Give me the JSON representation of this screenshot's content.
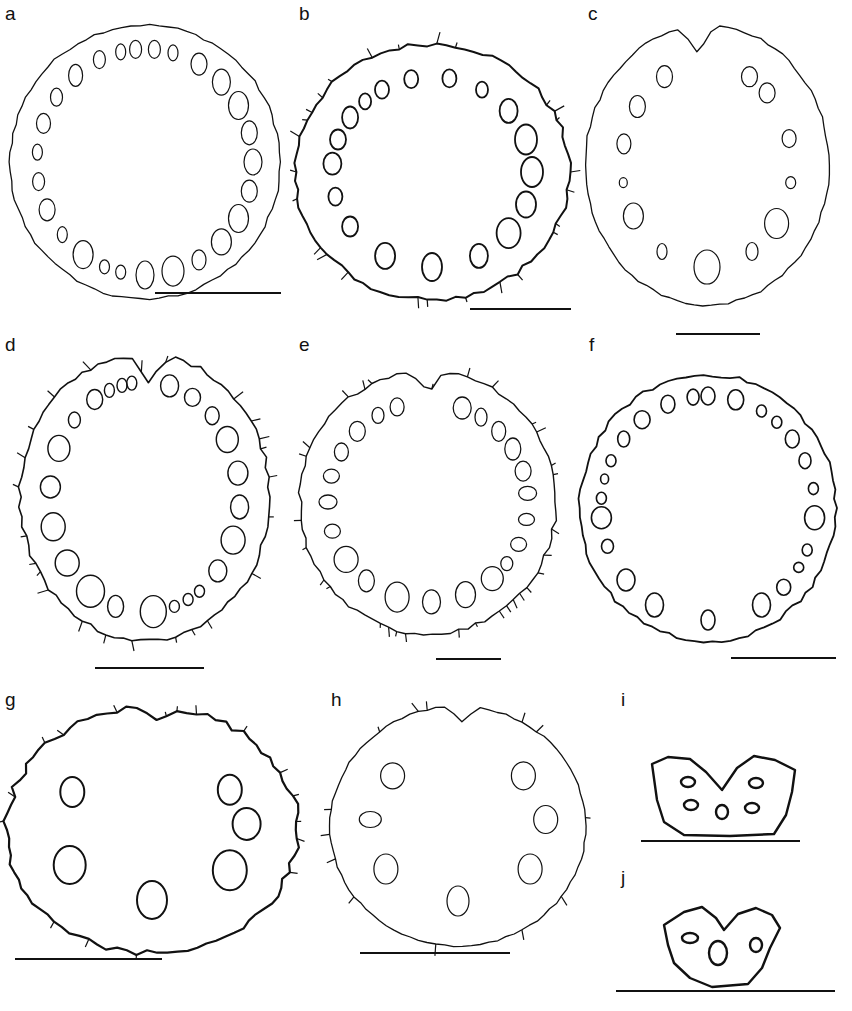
{
  "diagram": {
    "labels": [
      "a",
      "b",
      "c",
      "d",
      "e",
      "f",
      "g",
      "h",
      "i",
      "j"
    ]
  }
}
